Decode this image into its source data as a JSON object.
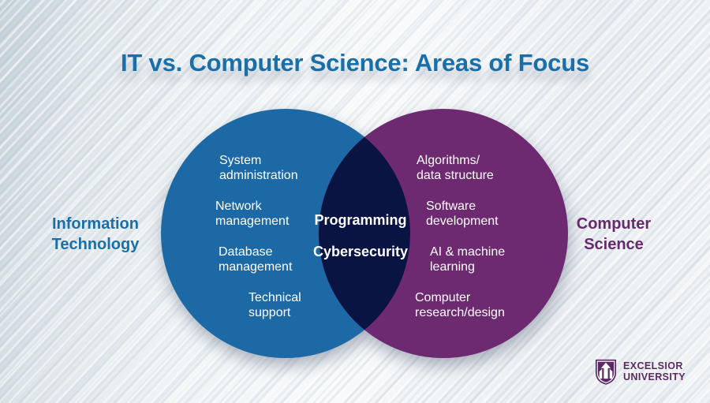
{
  "title": "IT vs. Computer Science: Areas of Focus",
  "venn": {
    "left_label": "Information\nTechnology",
    "right_label": "Computer\nScience",
    "left_items": [
      "System\nadministration",
      "Network\nmanagement",
      "Database\nmanagement",
      "Technical\nsupport"
    ],
    "overlap_items": [
      "Programming",
      "Cybersecurity"
    ],
    "right_items": [
      "Algorithms/\ndata structure",
      "Software\ndevelopment",
      "AI & machine\nlearning",
      "Computer\nresearch/design"
    ]
  },
  "logo": {
    "name_line1": "EXCELSIOR",
    "name_line2": "UNIVERSITY",
    "icon": "shield-arrow-icon"
  },
  "colors": {
    "title_blue": "#1a6fa9",
    "it_circle_blue": "#1c69a6",
    "cs_circle_purple": "#6d2a71",
    "overlap_navy": "#0a1443",
    "it_label_blue": "#1a6fa9",
    "cs_label_purple": "#672a6e",
    "item_text_white": "#ffffff",
    "logo_purple": "#5c2a62"
  }
}
